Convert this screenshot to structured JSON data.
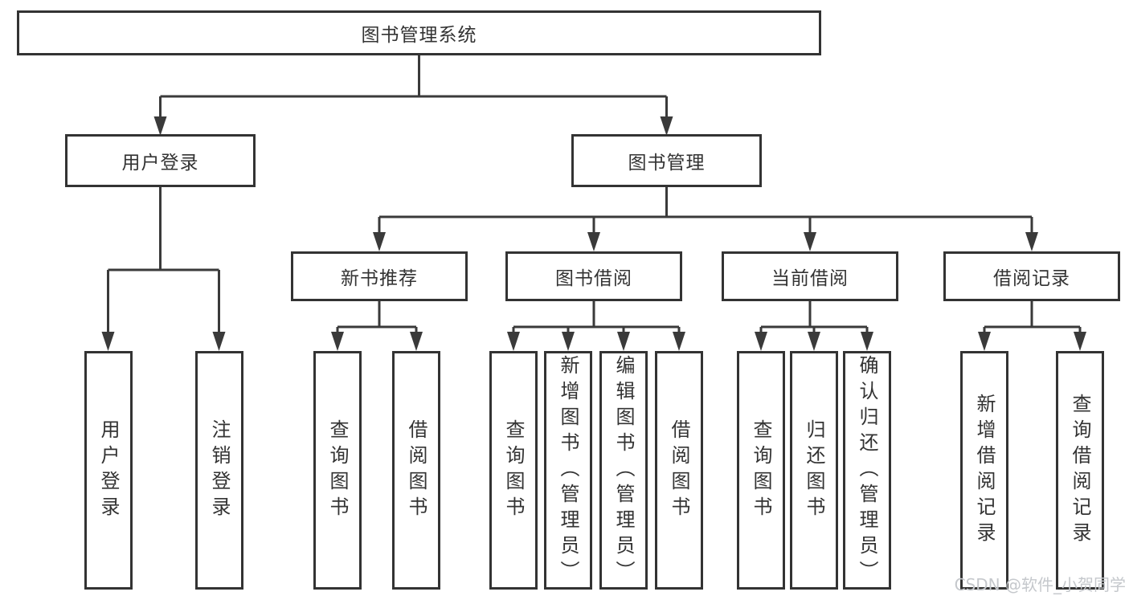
{
  "diagram": {
    "root": {
      "label": "图书管理系统"
    },
    "branches": [
      {
        "label": "用户登录",
        "children": [
          {
            "label": "用户登录"
          },
          {
            "label": "注销登录"
          }
        ]
      },
      {
        "label": "图书管理",
        "children": [
          {
            "label": "新书推荐",
            "children": [
              {
                "label": "查询图书"
              },
              {
                "label": "借阅图书"
              }
            ]
          },
          {
            "label": "图书借阅",
            "children": [
              {
                "label": "查询图书"
              },
              {
                "label": "新增图书（管理员）"
              },
              {
                "label": "编辑图书（管理员）"
              },
              {
                "label": "借阅图书"
              }
            ]
          },
          {
            "label": "当前借阅",
            "children": [
              {
                "label": "查询图书"
              },
              {
                "label": "归还图书"
              },
              {
                "label": "确认归还（管理员）"
              }
            ]
          },
          {
            "label": "借阅记录",
            "children": [
              {
                "label": "新增借阅记录"
              },
              {
                "label": "查询借阅记录"
              }
            ]
          }
        ]
      }
    ],
    "watermark": "CSDN @软件_小贺同学",
    "colors": {
      "line": "#3a3a3a",
      "border": "#333333",
      "fill": "#ffffff",
      "text": "#333333",
      "watermark": "#c5c8cc",
      "background": "#ffffff"
    }
  }
}
